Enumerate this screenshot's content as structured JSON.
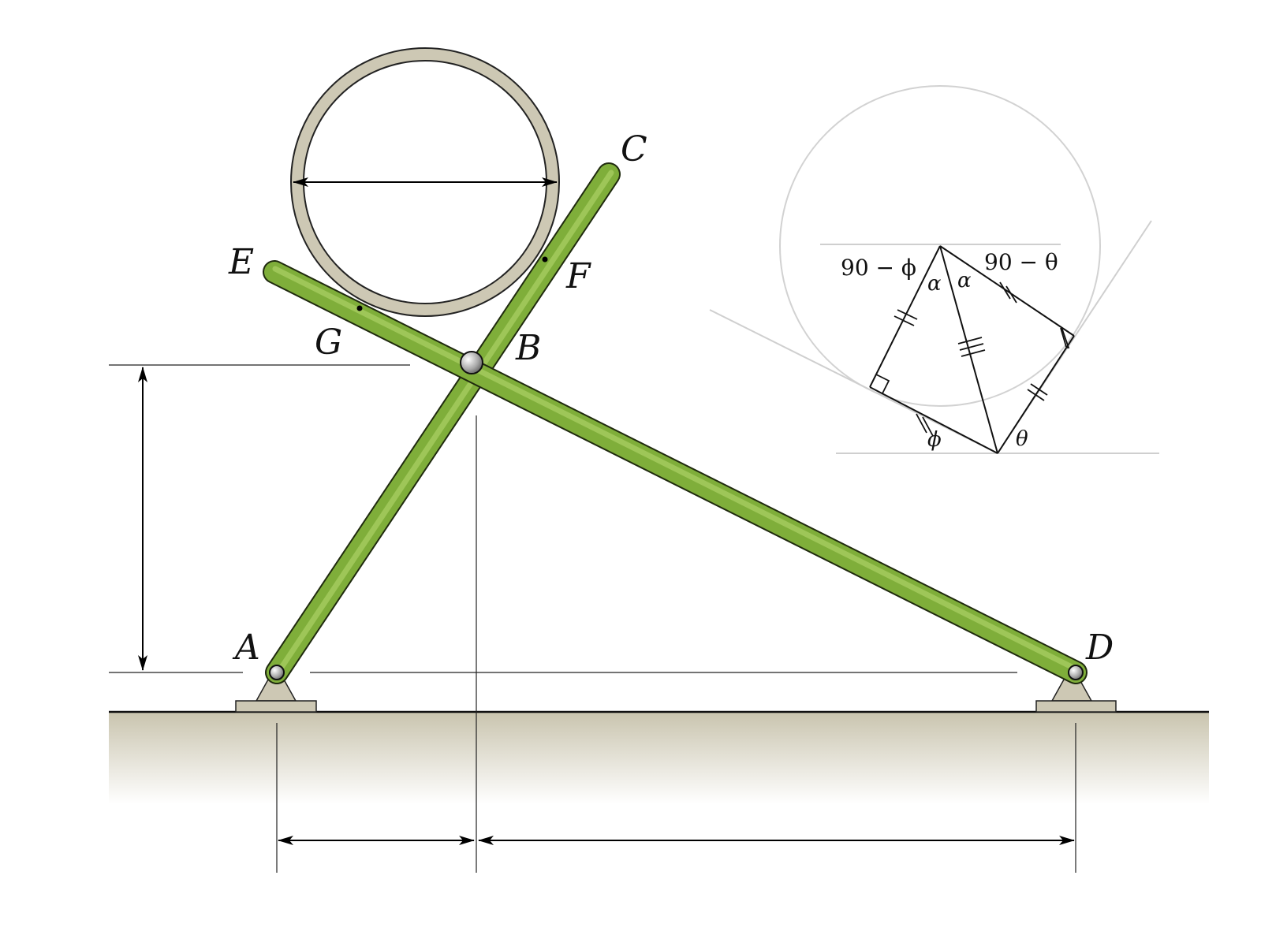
{
  "labels": {
    "A": "A",
    "B": "B",
    "C": "C",
    "D": "D",
    "E": "E",
    "F": "F",
    "G": "G"
  },
  "inset": {
    "angle_top_left": "90 − ϕ",
    "angle_top_right": "90 − θ",
    "alpha_left": "α",
    "alpha_right": "α",
    "phi": "ϕ",
    "theta": "θ"
  },
  "colors": {
    "rod_fill": "#7fae3a",
    "rod_highlight": "#a9cf62",
    "rod_outline": "#1f2a0e",
    "ring": "#cdc8b4",
    "ground_top": "#cdc8b4",
    "ground_bottom": "#ffffff",
    "support": "#cdc8b4",
    "inset_circle": "#d2d2d2"
  }
}
